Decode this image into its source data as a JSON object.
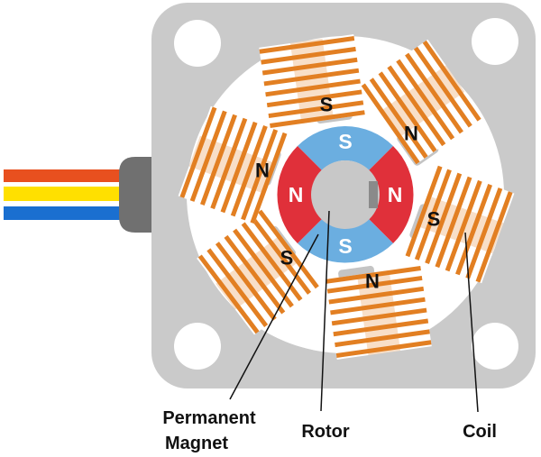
{
  "labels": {
    "permanent_magnet_line1": "Permanent",
    "permanent_magnet_line2": "Magnet",
    "rotor": "Rotor",
    "coil": "Coil"
  },
  "stator_poles": [
    {
      "id": "top",
      "label": "S"
    },
    {
      "id": "upper-right",
      "label": "N"
    },
    {
      "id": "right",
      "label": "S"
    },
    {
      "id": "bottom",
      "label": "N"
    },
    {
      "id": "lower-left",
      "label": "S"
    },
    {
      "id": "left",
      "label": "N"
    }
  ],
  "rotor_poles": [
    {
      "id": "top",
      "label": "S"
    },
    {
      "id": "right",
      "label": "N"
    },
    {
      "id": "bottom",
      "label": "S"
    },
    {
      "id": "left",
      "label": "N"
    }
  ],
  "colors": {
    "housing": "#cacaca",
    "stator": "#ffffff",
    "coil": "#e27f22",
    "rotor_n": "#e0303a",
    "rotor_s": "#6baee0",
    "shaft": "#c8c8c8",
    "wire_top": "#e8501f",
    "wire_middle": "#ffe000",
    "wire_bottom": "#1a6fd0",
    "connector": "#707070"
  }
}
